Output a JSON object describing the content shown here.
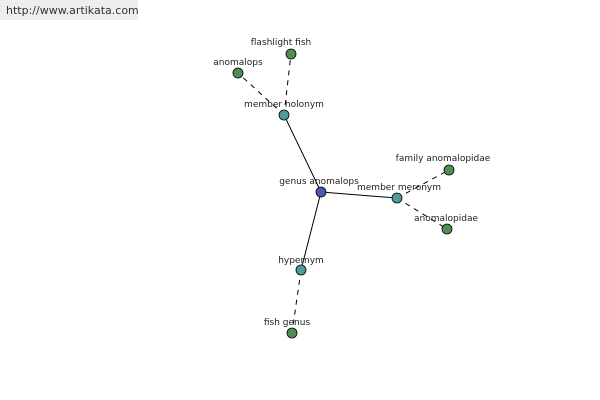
{
  "watermark": "http://www.artikata.com",
  "colors": {
    "root": "#4b5aa3",
    "relation": "#4f9a9a",
    "leaf": "#4f8f55"
  },
  "graph": {
    "nodes": {
      "root": {
        "label": "genus anomalops",
        "kind": "root"
      },
      "holonym": {
        "label": "member holonym",
        "kind": "relation"
      },
      "meronym": {
        "label": "member meronym",
        "kind": "relation"
      },
      "hypernym": {
        "label": "hypernym",
        "kind": "relation"
      },
      "flashlight": {
        "label": "flashlight fish",
        "kind": "leaf"
      },
      "anomalops": {
        "label": "anomalops",
        "kind": "leaf"
      },
      "family": {
        "label": "family anomalopidae",
        "kind": "leaf"
      },
      "anomalopidae": {
        "label": "anomalopidae",
        "kind": "leaf"
      },
      "fishgenus": {
        "label": "fish genus",
        "kind": "leaf"
      }
    },
    "edges": [
      {
        "from": "root",
        "to": "holonym",
        "style": "solid"
      },
      {
        "from": "root",
        "to": "meronym",
        "style": "solid"
      },
      {
        "from": "root",
        "to": "hypernym",
        "style": "solid"
      },
      {
        "from": "holonym",
        "to": "flashlight",
        "style": "dashed"
      },
      {
        "from": "holonym",
        "to": "anomalops",
        "style": "dashed"
      },
      {
        "from": "meronym",
        "to": "family",
        "style": "dashed"
      },
      {
        "from": "meronym",
        "to": "anomalopidae",
        "style": "dashed"
      },
      {
        "from": "hypernym",
        "to": "fishgenus",
        "style": "dashed"
      }
    ]
  }
}
